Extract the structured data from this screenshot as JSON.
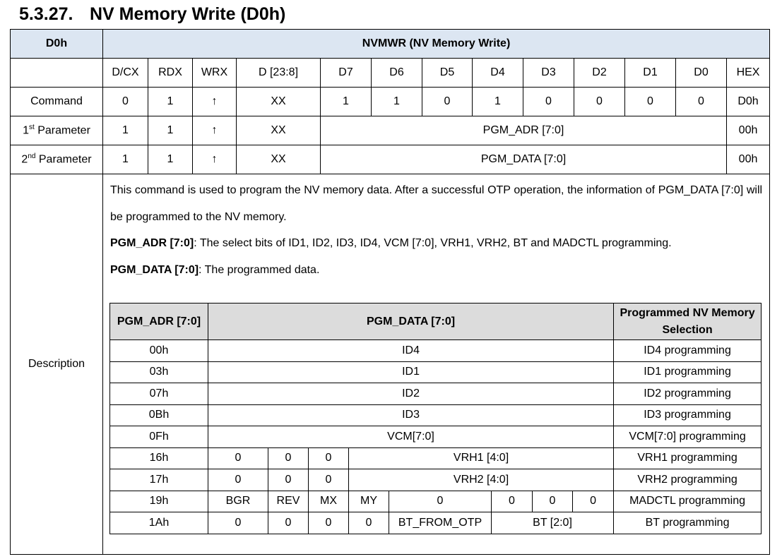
{
  "title": {
    "number": "5.3.27.",
    "text": "NV Memory Write (D0h)"
  },
  "header": {
    "code": "D0h",
    "name": "NVMWR (NV Memory Write)"
  },
  "columns": [
    "D/CX",
    "RDX",
    "WRX",
    "D [23:8]",
    "D7",
    "D6",
    "D5",
    "D4",
    "D3",
    "D2",
    "D1",
    "D0",
    "HEX"
  ],
  "command": {
    "label": "Command",
    "dcx": "0",
    "rdx": "1",
    "wrx": "↑",
    "d23": "XX",
    "bits": [
      "1",
      "1",
      "0",
      "1",
      "0",
      "0",
      "0",
      "0"
    ],
    "hex": "D0h"
  },
  "param1": {
    "label_pre": "1",
    "label_sup": "st",
    "label_post": " Parameter",
    "dcx": "1",
    "rdx": "1",
    "wrx": "↑",
    "d23": "XX",
    "data": "PGM_ADR [7:0]",
    "hex": "00h"
  },
  "param2": {
    "label_pre": "2",
    "label_sup": "nd",
    "label_post": " Parameter",
    "dcx": "1",
    "rdx": "1",
    "wrx": "↑",
    "d23": "XX",
    "data": "PGM_DATA [7:0]",
    "hex": "00h"
  },
  "description": {
    "label": "Description",
    "para1": "This command is used to program the NV memory data. After a successful OTP operation, the information of PGM_DATA [7:0] will be programmed to the NV memory.",
    "adr_term": "PGM_ADR [7:0]",
    "adr_text": ": The select bits of ID1, ID2, ID3, ID4, VCM [7:0], VRH1, VRH2, BT and MADCTL programming.",
    "data_term": "PGM_DATA [7:0]",
    "data_text": ": The programmed data."
  },
  "subtable": {
    "headers": {
      "adr": "PGM_ADR [7:0]",
      "data": "PGM_DATA [7:0]",
      "sel": "Programmed NV Memory Selection"
    },
    "rows": [
      {
        "adr": "00h",
        "data": "ID4",
        "sel": "ID4 programming"
      },
      {
        "adr": "03h",
        "data": "ID1",
        "sel": "ID1 programming"
      },
      {
        "adr": "07h",
        "data": "ID2",
        "sel": "ID2 programming"
      },
      {
        "adr": "0Bh",
        "data": "ID3",
        "sel": "ID3 programming"
      },
      {
        "adr": "0Fh",
        "data": "VCM[7:0]",
        "sel": "VCM[7:0] programming"
      }
    ],
    "row16": {
      "adr": "16h",
      "b7": "0",
      "b6": "0",
      "b5": "0",
      "rest": "VRH1 [4:0]",
      "sel": "VRH1 programming"
    },
    "row17": {
      "adr": "17h",
      "b7": "0",
      "b6": "0",
      "b5": "0",
      "rest": "VRH2 [4:0]",
      "sel": "VRH2 programming"
    },
    "row19": {
      "adr": "19h",
      "b7": "BGR",
      "b6": "REV",
      "b5": "MX",
      "b4": "MY",
      "b3": "0",
      "b2": "0",
      "b1": "0",
      "b0": "0",
      "sel": "MADCTL programming"
    },
    "row1A": {
      "adr": "1Ah",
      "b7": "0",
      "b6": "0",
      "b5": "0",
      "b4": "0",
      "b3": "BT_FROM_OTP",
      "rest": "BT [2:0]",
      "sel": "BT programming"
    }
  }
}
